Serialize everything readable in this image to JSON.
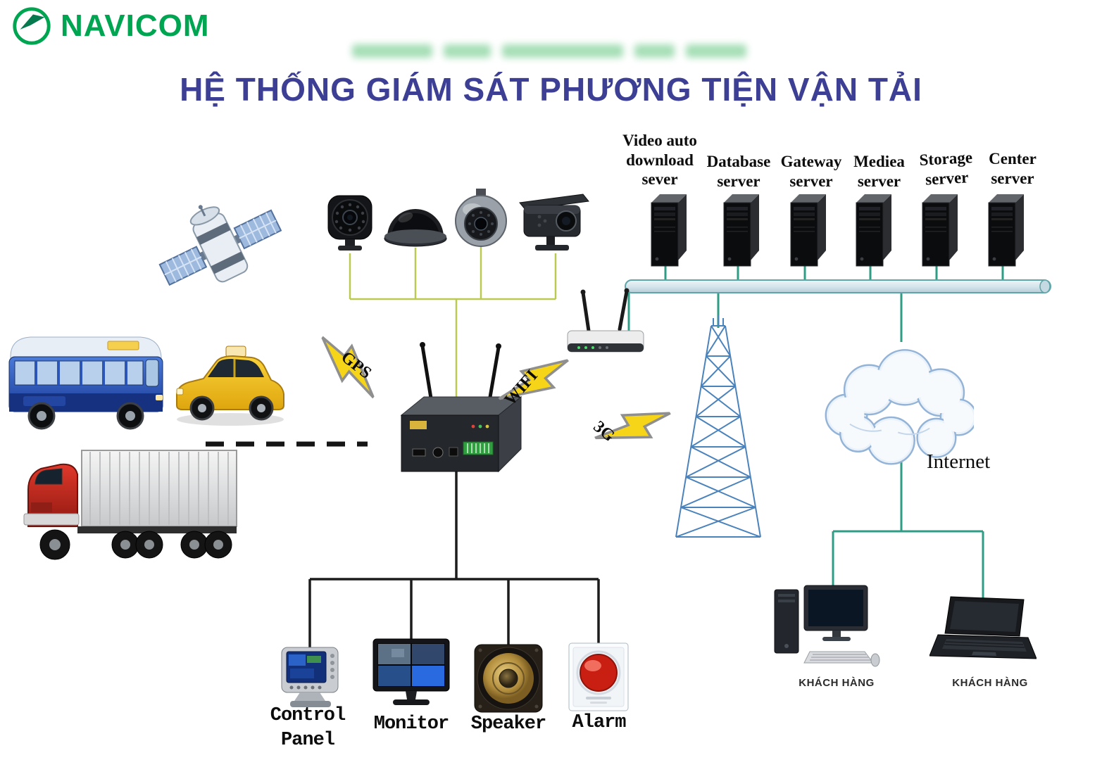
{
  "brand": {
    "name": "NAVICOM"
  },
  "header": {
    "title": "HỆ THỐNG GIÁM SÁT PHƯƠNG TIỆN VẬN TẢI"
  },
  "servers": [
    {
      "label": "Video auto\ndownload\nsever"
    },
    {
      "label": "Database\nserver"
    },
    {
      "label": "Gateway\nserver"
    },
    {
      "label": "Mediea\nserver"
    },
    {
      "label": "Storage\nserver"
    },
    {
      "label": "Center\nserver"
    }
  ],
  "links": {
    "gps": "GPS",
    "wifi": "WIFI",
    "mobile": "3G",
    "internet": "Internet"
  },
  "peripherals": [
    {
      "label": "Control\nPanel"
    },
    {
      "label": "Monitor"
    },
    {
      "label": "Speaker"
    },
    {
      "label": "Alarm"
    }
  ],
  "clients": [
    {
      "label": "KHÁCH HÀNG"
    },
    {
      "label": "KHÁCH HÀNG"
    }
  ],
  "colors": {
    "accent_green": "#00a551",
    "title_blue": "#3c3f94",
    "network_line": "#2f9c86",
    "camera_line": "#bcca52"
  }
}
